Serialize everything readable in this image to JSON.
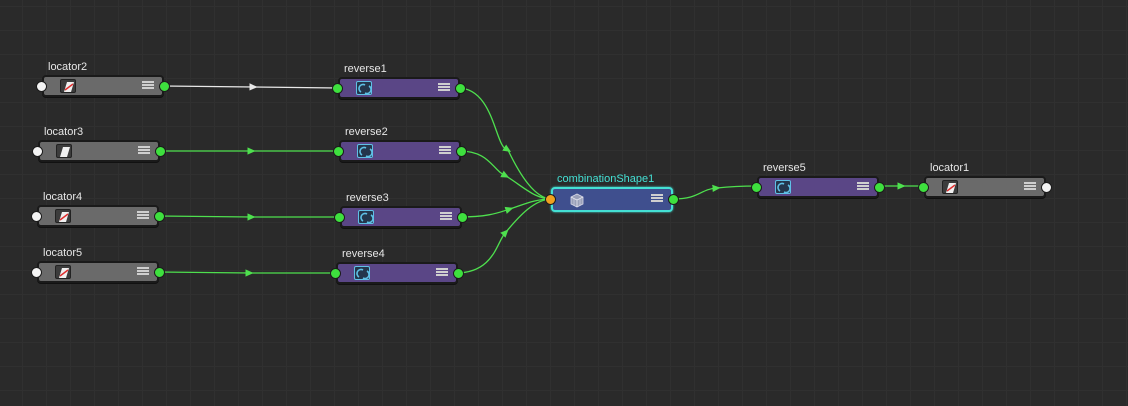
{
  "editor": {
    "name": "node-editor-graph"
  },
  "colors": {
    "wire_green": "#4ee04e",
    "wire_white": "#e8e8e8",
    "locator_node": "#6a6a6a",
    "reverse_node": "#5a4686",
    "shape_node": "#3f4f8e",
    "selection": "#44e0d4"
  },
  "nodes": {
    "locator2": {
      "label": "locator2",
      "type": "locator",
      "icon": "locator-icon"
    },
    "locator3": {
      "label": "locator3",
      "type": "locator",
      "icon": "locator-icon"
    },
    "locator4": {
      "label": "locator4",
      "type": "locator",
      "icon": "locator-icon"
    },
    "locator5": {
      "label": "locator5",
      "type": "locator",
      "icon": "locator-icon"
    },
    "reverse1": {
      "label": "reverse1",
      "type": "reverse",
      "icon": "reverse-icon"
    },
    "reverse2": {
      "label": "reverse2",
      "type": "reverse",
      "icon": "reverse-icon"
    },
    "reverse3": {
      "label": "reverse3",
      "type": "reverse",
      "icon": "reverse-icon"
    },
    "reverse4": {
      "label": "reverse4",
      "type": "reverse",
      "icon": "reverse-icon"
    },
    "combinationShape1": {
      "label": "combinationShape1",
      "type": "combinationShape",
      "icon": "combination-shape-icon",
      "selected": true
    },
    "reverse5": {
      "label": "reverse5",
      "type": "reverse",
      "icon": "reverse-icon"
    },
    "locator1": {
      "label": "locator1",
      "type": "locator",
      "icon": "locator-icon"
    }
  },
  "connections": [
    {
      "from": "locator2",
      "to": "reverse1",
      "color": "white"
    },
    {
      "from": "locator3",
      "to": "reverse2",
      "color": "green"
    },
    {
      "from": "locator4",
      "to": "reverse3",
      "color": "green"
    },
    {
      "from": "locator5",
      "to": "reverse4",
      "color": "green"
    },
    {
      "from": "reverse1",
      "to": "combinationShape1",
      "color": "green"
    },
    {
      "from": "reverse2",
      "to": "combinationShape1",
      "color": "green"
    },
    {
      "from": "reverse3",
      "to": "combinationShape1",
      "color": "green"
    },
    {
      "from": "reverse4",
      "to": "combinationShape1",
      "color": "green"
    },
    {
      "from": "combinationShape1",
      "to": "reverse5",
      "color": "green"
    },
    {
      "from": "reverse5",
      "to": "locator1",
      "color": "green"
    }
  ]
}
